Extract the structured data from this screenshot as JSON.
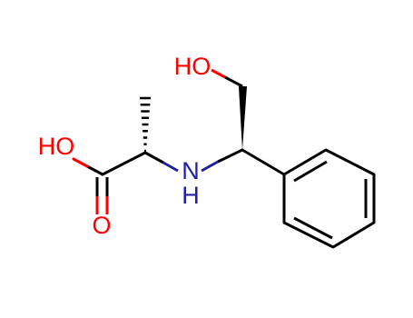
{
  "molecule": {
    "atoms": {
      "hydroxyl": "HO",
      "acid_oh": "HO",
      "carbonyl_o": "O",
      "amine_n": "N",
      "amine_h": "H"
    },
    "colors": {
      "oxygen": "#ff0000",
      "nitrogen": "#2020a0",
      "carbon": "#000000"
    }
  }
}
